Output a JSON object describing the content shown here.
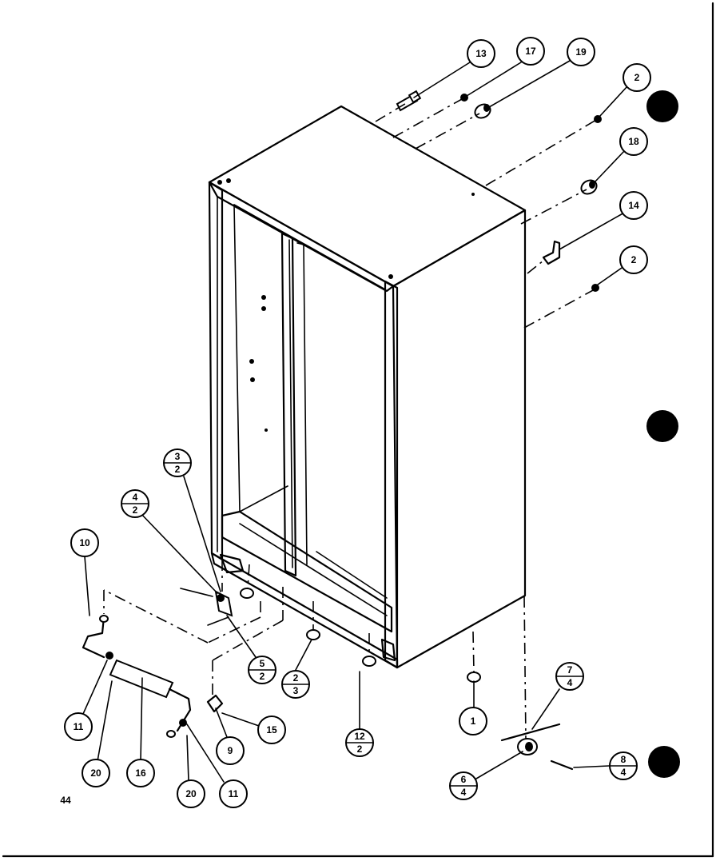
{
  "callouts": [
    {
      "id": "c13",
      "label": "13"
    },
    {
      "id": "c17",
      "label": "17"
    },
    {
      "id": "c19",
      "label": "19"
    },
    {
      "id": "c2a",
      "label": "2"
    },
    {
      "id": "c18",
      "label": "18"
    },
    {
      "id": "c14",
      "label": "14"
    },
    {
      "id": "c2b",
      "label": "2"
    },
    {
      "id": "c10",
      "label": "10"
    },
    {
      "id": "c11a",
      "label": "11"
    },
    {
      "id": "c20a",
      "label": "20"
    },
    {
      "id": "c16",
      "label": "16"
    },
    {
      "id": "c20b",
      "label": "20"
    },
    {
      "id": "c11b",
      "label": "11"
    },
    {
      "id": "c9",
      "label": "9"
    },
    {
      "id": "c15",
      "label": "15"
    },
    {
      "id": "c1",
      "label": "1"
    },
    {
      "id": "c3_2",
      "top": "3",
      "bottom": "2"
    },
    {
      "id": "c4_2",
      "top": "4",
      "bottom": "2"
    },
    {
      "id": "c5_2",
      "top": "5",
      "bottom": "2"
    },
    {
      "id": "c2_3",
      "top": "2",
      "bottom": "3"
    },
    {
      "id": "c12_2",
      "top": "12",
      "bottom": "2"
    },
    {
      "id": "c7_4",
      "top": "7",
      "bottom": "4"
    },
    {
      "id": "c6_4",
      "top": "6",
      "bottom": "4"
    },
    {
      "id": "c8_4",
      "top": "8",
      "bottom": "4"
    }
  ],
  "page_number": "44"
}
